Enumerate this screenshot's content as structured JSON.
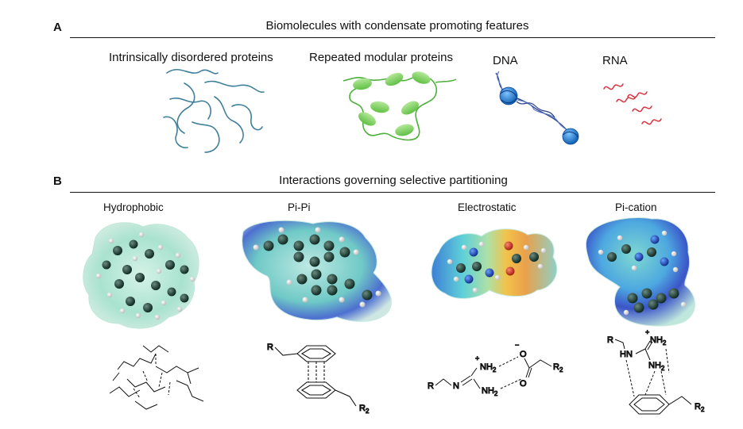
{
  "panel_a": {
    "letter": "A",
    "title": "Biomolecules with condensate promoting features",
    "items": [
      {
        "label": "Intrinsically disordered proteins"
      },
      {
        "label": "Repeated modular proteins"
      },
      {
        "label": "DNA"
      },
      {
        "label": "RNA"
      }
    ]
  },
  "panel_b": {
    "letter": "B",
    "title": "Interactions governing selective partitioning",
    "items": [
      {
        "label": "Hydrophobic"
      },
      {
        "label": "Pi-Pi"
      },
      {
        "label": "Electrostatic"
      },
      {
        "label": "Pi-cation"
      }
    ]
  },
  "chem": {
    "r": "R",
    "r2": "R",
    "r2_sub": "2",
    "nh2": "NH",
    "nh2_sub": "2",
    "hn": "HN",
    "n": "N",
    "o": "O",
    "plus": "+",
    "minus": "−"
  },
  "colors": {
    "idp": "#3f7f9a",
    "modular_domain": "#7fcf5a",
    "modular_linker": "#4caf3a",
    "dna_helix": "#2a3f8f",
    "nucleosome": "#1f7fd1",
    "rna": "#d9333f"
  }
}
